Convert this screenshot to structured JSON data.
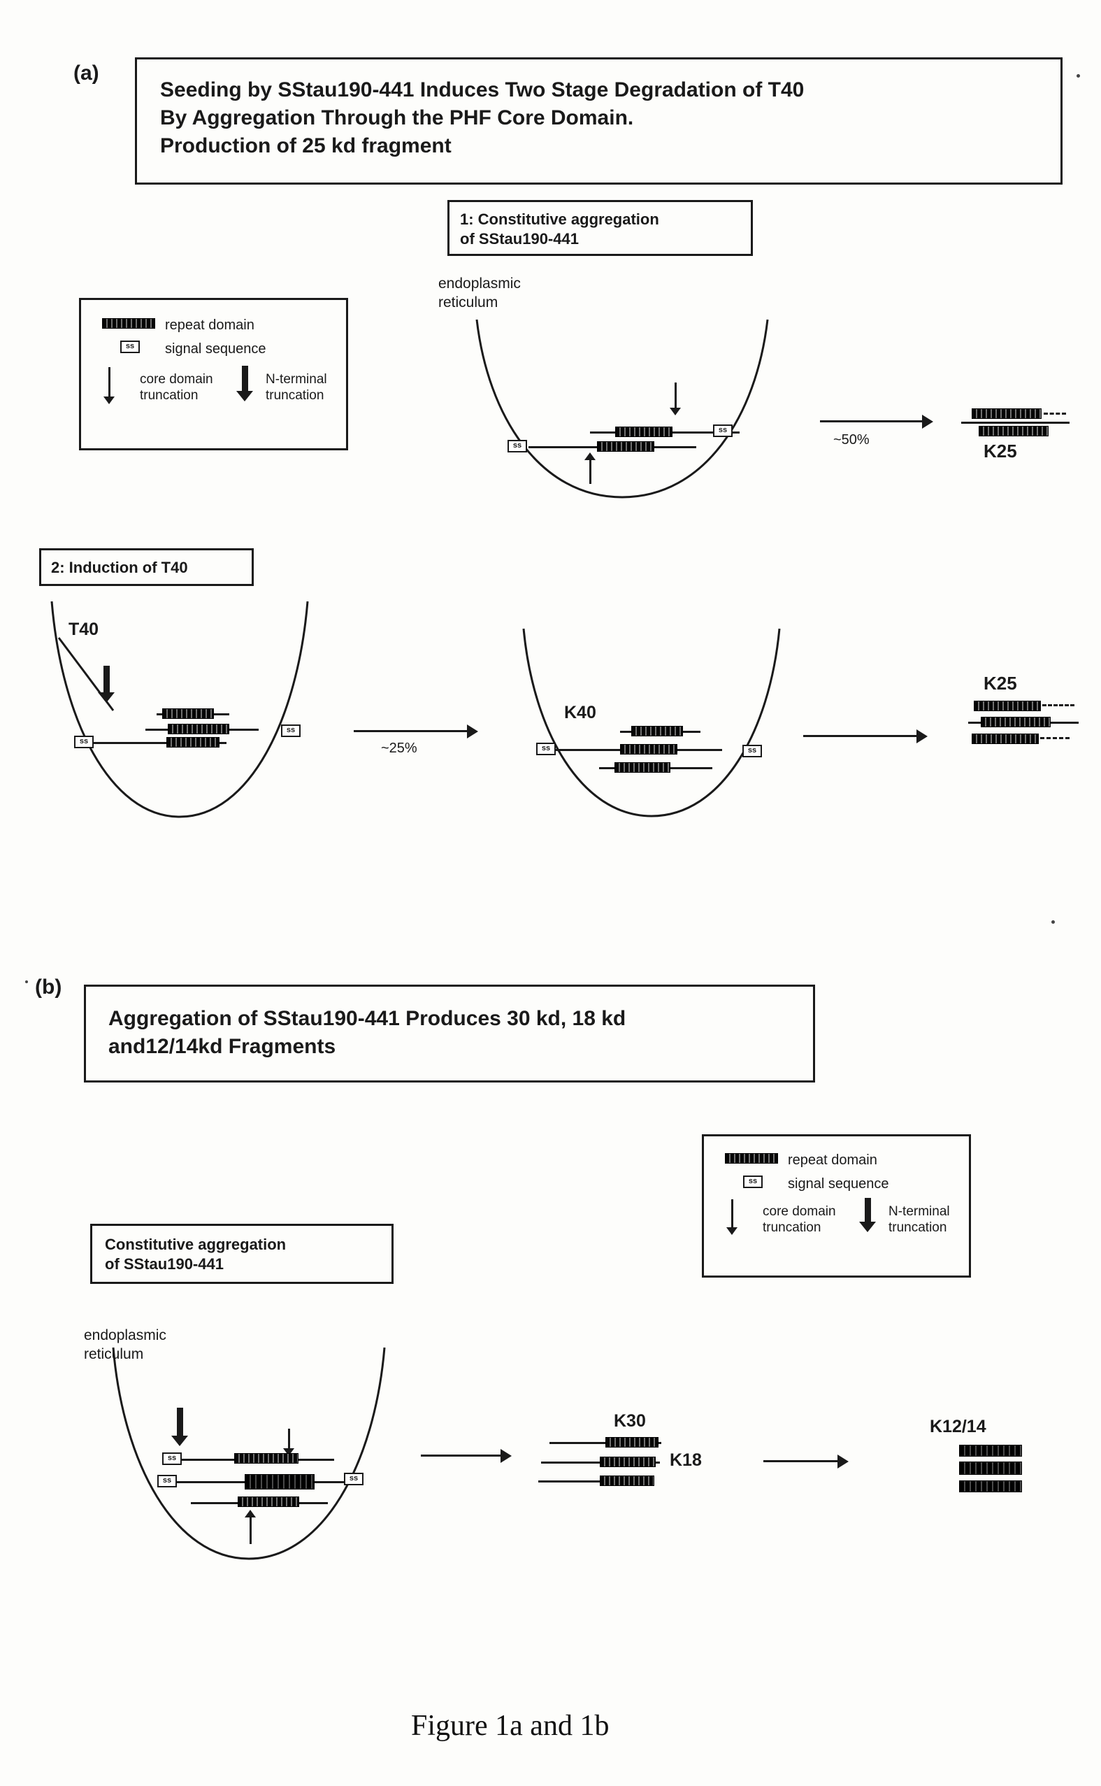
{
  "panel_a": {
    "label": "(a)",
    "title_line1": "Seeding by SStau190-441 Induces Two Stage Degradation of T40",
    "title_line2": "By Aggregation Through the PHF Core Domain.",
    "title_line3": "Production of 25 kd fragment",
    "step1_line1": "1: Constitutive aggregation",
    "step1_line2": "of SStau190-441",
    "er_line1": "endoplasmic",
    "er_line2": "reticulum",
    "yield1": "~50%",
    "k25_top": "K25",
    "step2": "2: Induction of T40",
    "t40": "T40",
    "yield2": "~25%",
    "k40": "K40",
    "k25_bottom": "K25"
  },
  "panel_b": {
    "label": "(b)",
    "title_line1": "Aggregation of  SStau190-441 Produces 30 kd, 18 kd",
    "title_line2": "and12/14kd Fragments",
    "const_line1": "Constitutive aggregation",
    "const_line2": "of SStau190-441",
    "er_line1": "endoplasmic",
    "er_line2": "reticulum",
    "k30": "K30",
    "k18": "K18",
    "k12_14": "K12/14"
  },
  "legend": {
    "repeat_domain": "repeat domain",
    "signal_sequence": "signal sequence",
    "core_line1": "core domain",
    "core_line2": "truncation",
    "nterm_line1": "N-terminal",
    "nterm_line2": "truncation"
  },
  "ss": "ss",
  "caption": "Figure 1a and 1b",
  "colors": {
    "ink": "#1a1a1a",
    "paper": "#fdfdfb"
  }
}
